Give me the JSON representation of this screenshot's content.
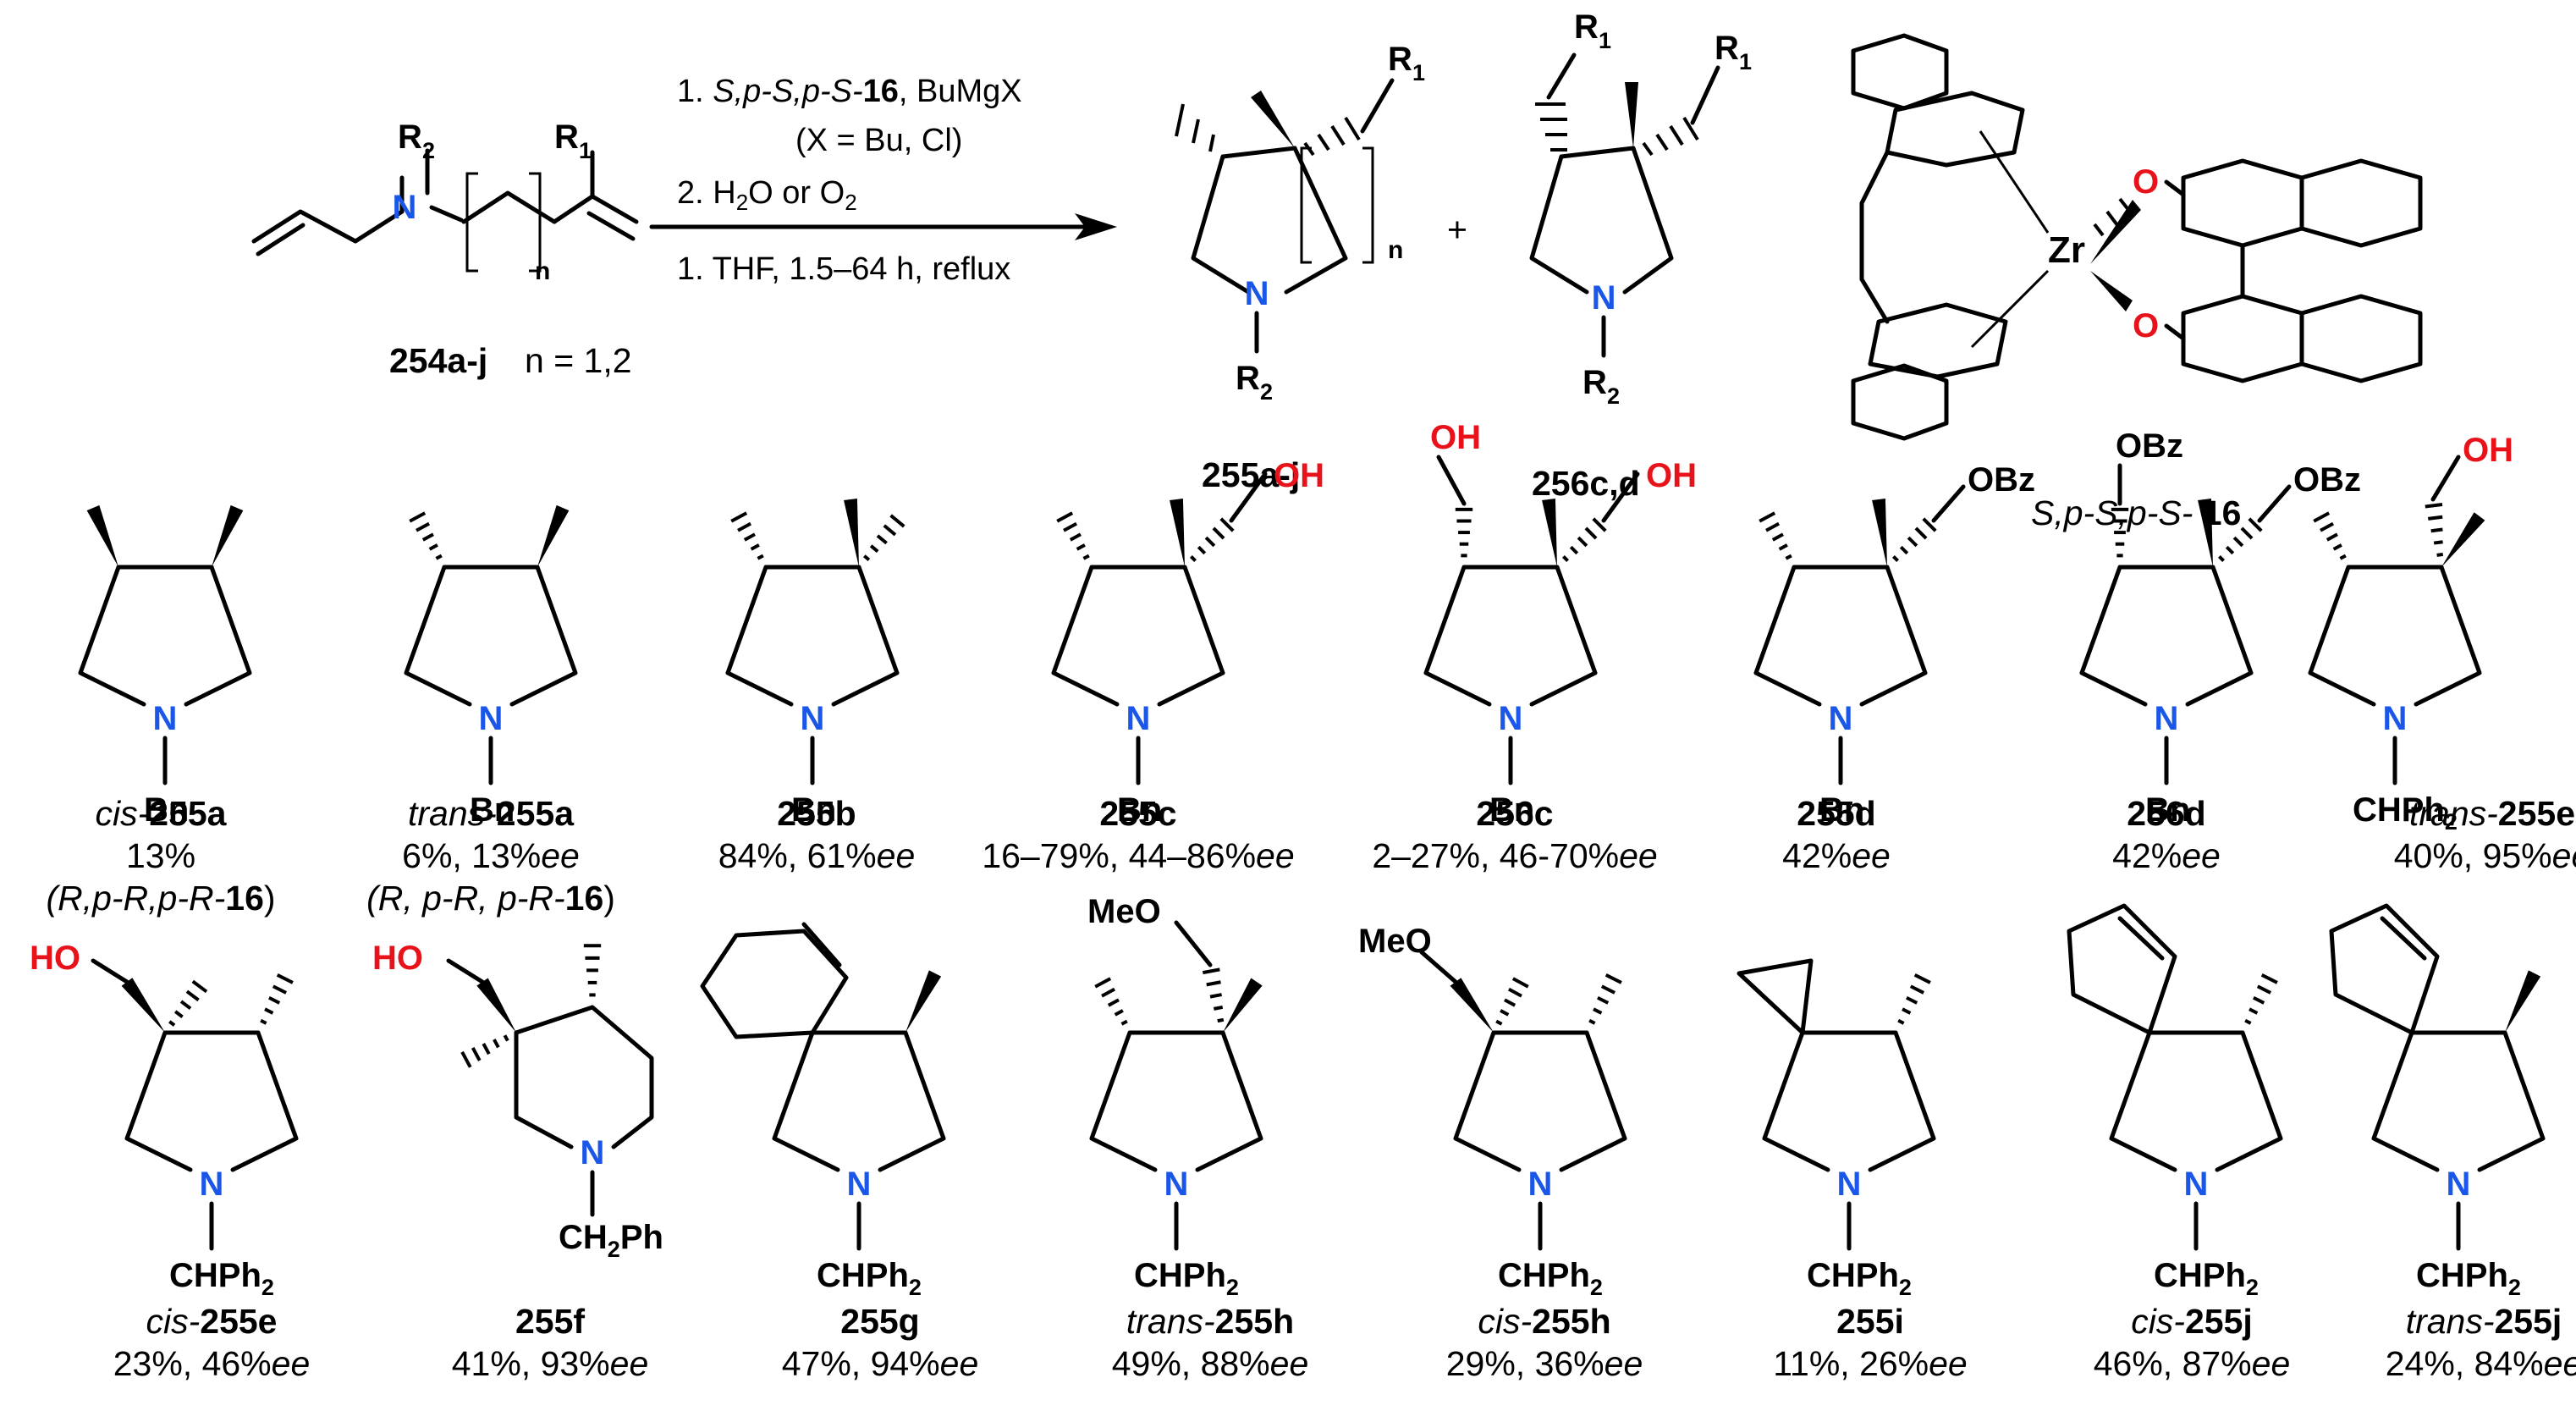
{
  "reaction": {
    "conditions": {
      "line1_prefix": "1. ",
      "line1_chiral": "S,p-S,p-S-",
      "line1_bold": "16",
      "line1_suffix": ", BuMgX",
      "line2": "(X = Bu, Cl)",
      "line3_prefix": "2. H",
      "line3_sub": "2",
      "line3_suffix": "O or O",
      "line3_sub2": "2",
      "line4": "1. THF, 1.5–64 h, reflux"
    },
    "substrate": {
      "label": "254a-j",
      "note": "n = 1,2"
    },
    "product1": {
      "label": "255a-j"
    },
    "plus": "+",
    "product2": {
      "label": "256c,d"
    },
    "catalyst": {
      "label_italic": "S,p-S,p-S-",
      "label_bold": " 16",
      "metal": "Zr"
    }
  },
  "atoms": {
    "N": "N",
    "O": "O",
    "R": "R",
    "OH": "OH",
    "OBz": "OBz",
    "MeO": "MeO",
    "HO": "HO",
    "Bn": "Bn",
    "CHPh": "CHPh",
    "CHPh_sub": "2",
    "CH": "CH",
    "CH_sub": "2",
    "Ph": "Ph",
    "n": "n",
    "R1_sub": "1",
    "R2_sub": "2"
  },
  "row1": [
    {
      "italic": "cis-",
      "bold": "255a",
      "line2": "13%",
      "line3a": "(R,p-R,p-R-",
      "line3b": "16",
      "line3c": ")"
    },
    {
      "italic": "trans-",
      "bold": "255a",
      "line2a": "6%, 13%",
      "line2b": "ee",
      "line3a": "(R, p-R, p-R-",
      "line3b": "16",
      "line3c": ")"
    },
    {
      "italic": "",
      "bold": "255b",
      "line2a": "84%, 61%",
      "line2b": "ee"
    },
    {
      "italic": "",
      "bold": "255c",
      "line2a": "16–79%, 44–86%",
      "line2b": "ee"
    },
    {
      "italic": "",
      "bold": "256c",
      "line2a": "2–27%, 46-70%",
      "line2b": "ee"
    },
    {
      "italic": "",
      "bold": "255d",
      "line2a": "42%",
      "line2b": "ee"
    },
    {
      "italic": "",
      "bold": "256d",
      "line2a": "42%",
      "line2b": "ee"
    },
    {
      "italic": "trans-",
      "bold": "255e",
      "line2a": "40%, 95%",
      "line2b": "ee"
    }
  ],
  "row2": [
    {
      "italic": "cis-",
      "bold": "255e",
      "line2a": "23%, 46%",
      "line2b": "ee"
    },
    {
      "italic": "",
      "bold": "255f",
      "line2a": "41%, 93%",
      "line2b": "ee"
    },
    {
      "italic": "",
      "bold": "255g",
      "line2a": "47%, 94%",
      "line2b": "ee"
    },
    {
      "italic": "trans-",
      "bold": "255h",
      "line2a": "49%, 88%",
      "line2b": "ee"
    },
    {
      "italic": "cis-",
      "bold": "255h",
      "line2a": "29%, 36%",
      "line2b": "ee"
    },
    {
      "italic": "",
      "bold": "255i",
      "line2a": "11%, 26%",
      "line2b": "ee"
    },
    {
      "italic": "cis-",
      "bold": "255j",
      "line2a": "46%, 87%",
      "line2b": "ee"
    },
    {
      "italic": "trans-",
      "bold": "255j",
      "line2a": "24%, 84%",
      "line2b": "ee"
    }
  ],
  "colors": {
    "nitrogen": "#1a56e8",
    "oxygen": "#e8121b",
    "bond": "#000000"
  }
}
